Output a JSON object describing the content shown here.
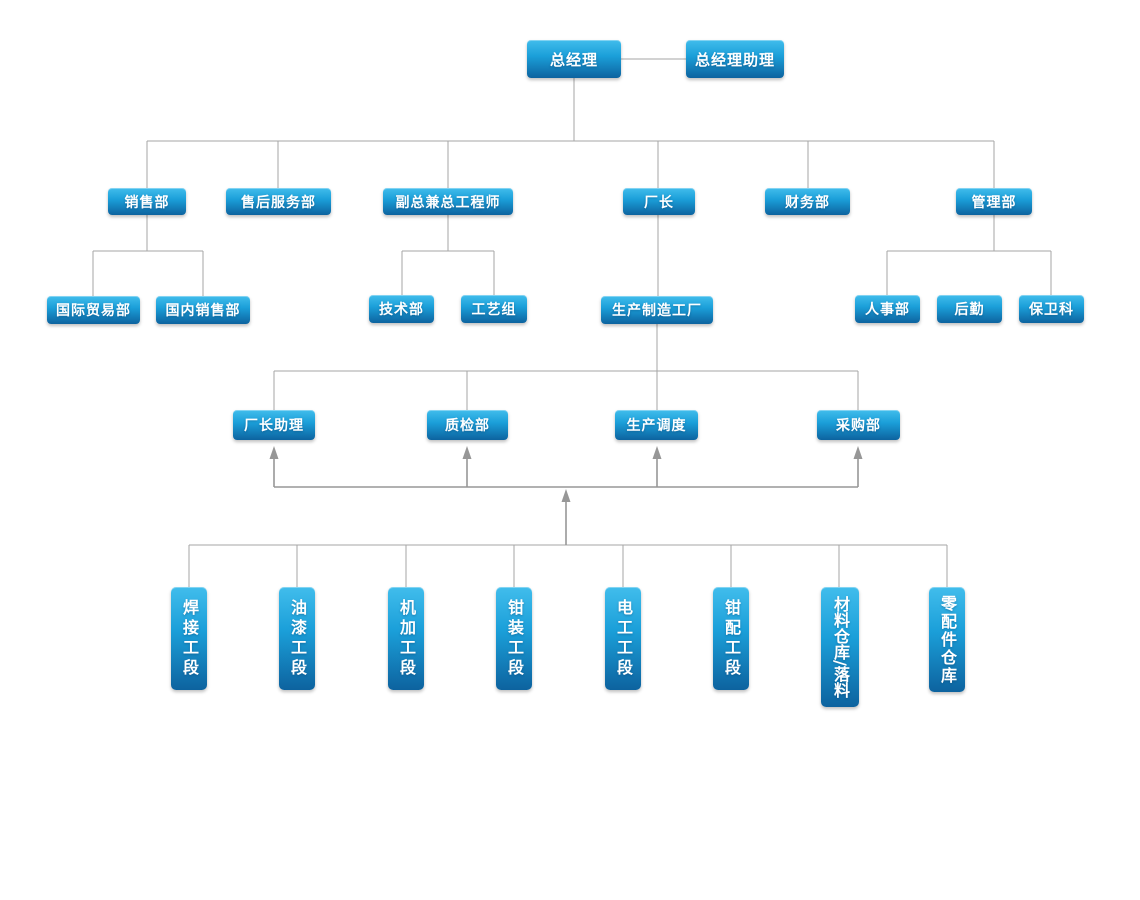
{
  "colors": {
    "background": "#ffffff",
    "box_top": "#41bdec",
    "box_mid": "#1b9fd9",
    "box_bottom": "#0d639f",
    "box_text": "#ffffff",
    "line": "#a6a6a6",
    "arrow": "#979797"
  },
  "nodes": {
    "gm": {
      "label": "总经理"
    },
    "gm_assistant": {
      "label": "总经理助理"
    },
    "sales": {
      "label": "销售部"
    },
    "after_sales": {
      "label": "售后服务部"
    },
    "chief_engineer": {
      "label": "副总兼总工程师"
    },
    "factory_director": {
      "label": "厂长"
    },
    "finance": {
      "label": "财务部"
    },
    "admin": {
      "label": "管理部"
    },
    "intl_trade": {
      "label": "国际贸易部"
    },
    "domestic_sales": {
      "label": "国内销售部"
    },
    "tech": {
      "label": "技术部"
    },
    "craft_group": {
      "label": "工艺组"
    },
    "manufacturing": {
      "label": "生产制造工厂"
    },
    "hr": {
      "label": "人事部"
    },
    "logistics": {
      "label": "后勤"
    },
    "security": {
      "label": "保卫科"
    },
    "director_assistant": {
      "label": "厂长助理"
    },
    "qc": {
      "label": "质检部"
    },
    "scheduling": {
      "label": "生产调度"
    },
    "purchasing": {
      "label": "采购部"
    },
    "sections": [
      {
        "label": "焊接工段"
      },
      {
        "label": "油漆工段"
      },
      {
        "label": "机加工段"
      },
      {
        "label": "钳装工段"
      },
      {
        "label": "电工工段"
      },
      {
        "label": "钳配工段"
      },
      {
        "label": "材料仓库/落料"
      },
      {
        "label": "零配件仓库"
      }
    ]
  }
}
